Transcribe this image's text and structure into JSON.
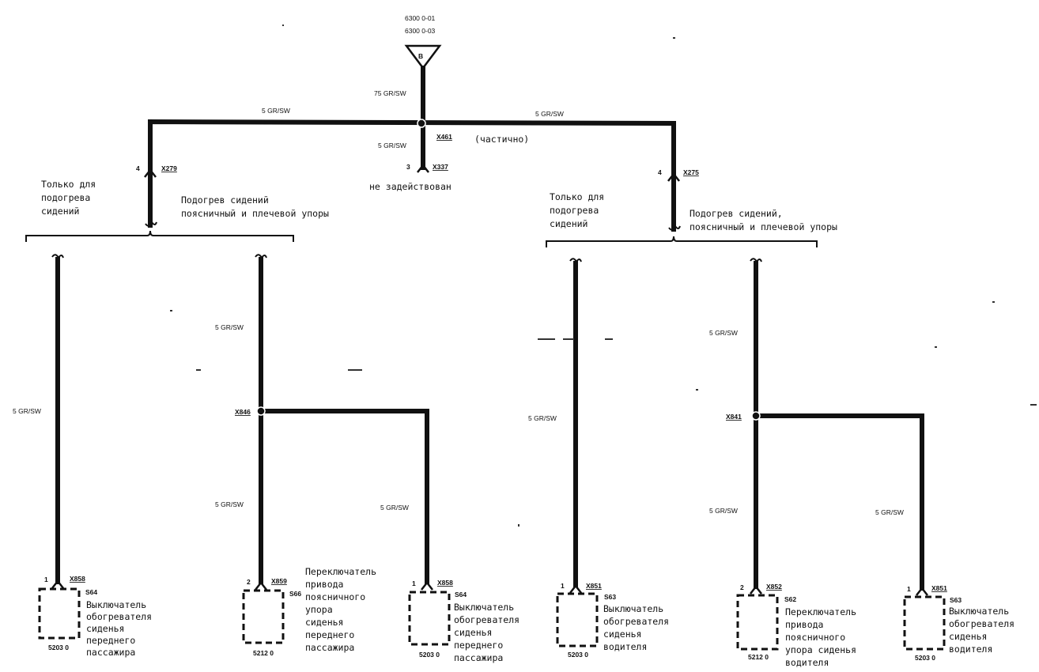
{
  "top": {
    "ref1": "6300 0-01",
    "ref2": "6300 0-03",
    "symbol": "B",
    "feed_wire": "75 GR/SW",
    "left_wire": "5 GR/SW",
    "right_wire": "5 GR/SW",
    "splice": "X461",
    "splice_note": "(частично)",
    "center_wire": "5 GR/SW",
    "center_pin": "3",
    "center_connector": "X337",
    "center_note": "не задействован"
  },
  "left": {
    "pin": "4",
    "connector": "X279",
    "heat_only": [
      "Только для",
      "подогрева",
      "сидений"
    ],
    "heat_lumbar": [
      "Подогрев сидений",
      "поясничный и плечевой упоры"
    ],
    "wire_a": "5 GR/SW",
    "wire_b": "5 GR/SW",
    "wire_c": "5 GR/SW",
    "wire_d": "5 GR/SW",
    "splice": "X846",
    "sw1": {
      "pin": "1",
      "connector": "X858",
      "code": "S64",
      "mod": "5203 0",
      "label": [
        "Выключатель",
        "обогревателя",
        "сиденья",
        "переднего",
        "пассажира"
      ]
    },
    "sw2": {
      "pin": "2",
      "connector": "X859",
      "code": "S66",
      "mod": "5212 0",
      "label": [
        "Переключатель",
        "привода",
        "поясничного",
        "упора",
        "сиденья",
        "переднего",
        "пассажира"
      ]
    },
    "sw3": {
      "pin": "1",
      "connector": "X858",
      "code": "S64",
      "mod": "5203 0",
      "label": [
        "Выключатель",
        "обогревателя",
        "сиденья",
        "переднего",
        "пассажира"
      ]
    }
  },
  "right": {
    "pin": "4",
    "connector": "X275",
    "heat_only": [
      "Только для",
      "подогрева",
      "сидений"
    ],
    "heat_lumbar": [
      "Подогрев сидений,",
      "поясничный и плечевой упоры"
    ],
    "wire_a": "5 GR/SW",
    "wire_b": "5 GR/SW",
    "wire_c": "5 GR/SW",
    "wire_d": "5 GR/SW",
    "splice": "X841",
    "sw1": {
      "pin": "1",
      "connector": "X851",
      "code": "S63",
      "mod": "5203 0",
      "label": [
        "Выключатель",
        "обогревателя",
        "сиденья",
        "водителя"
      ]
    },
    "sw2": {
      "pin": "2",
      "connector": "X852",
      "code": "S62",
      "mod": "5212 0",
      "label": [
        "Переключатель",
        "привода",
        "поясничного",
        "упора сиденья",
        "водителя"
      ]
    },
    "sw3": {
      "pin": "1",
      "connector": "X851",
      "code": "S63",
      "mod": "5203 0",
      "label": [
        "Выключатель",
        "обогревателя",
        "сиденья",
        "водителя"
      ]
    }
  }
}
